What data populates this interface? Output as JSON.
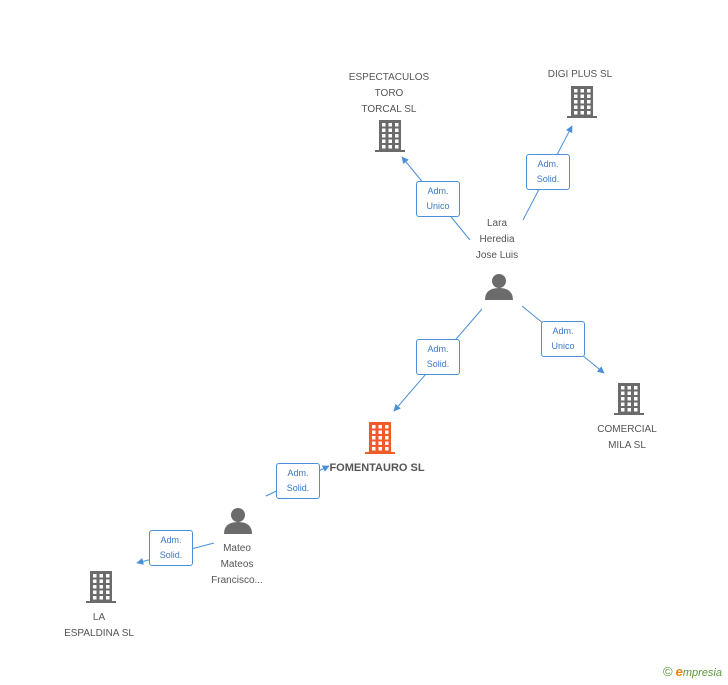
{
  "nodes": [
    {
      "id": "espectaculos",
      "type": "company",
      "label_lines": [
        "ESPECTACULOS",
        "TORO",
        "TORCAL SL"
      ],
      "highlight": false
    },
    {
      "id": "digiplus",
      "type": "company",
      "label_lines": [
        "DIGI PLUS SL"
      ],
      "highlight": false
    },
    {
      "id": "lara",
      "type": "person",
      "label_lines": [
        "Lara",
        "Heredia",
        "Jose Luis"
      ],
      "highlight": false
    },
    {
      "id": "comercial",
      "type": "company",
      "label_lines": [
        "COMERCIAL",
        "MILA SL"
      ],
      "highlight": false
    },
    {
      "id": "fomentauro",
      "type": "company",
      "label_lines": [
        "FOMENTAURO SL"
      ],
      "highlight": true
    },
    {
      "id": "mateo",
      "type": "person",
      "label_lines": [
        "Mateo",
        "Mateos",
        "Francisco..."
      ],
      "highlight": false
    },
    {
      "id": "espaldina",
      "type": "company",
      "label_lines": [
        "LA",
        "ESPALDINA SL"
      ],
      "highlight": false
    }
  ],
  "edges": [
    {
      "from": "lara",
      "to": "espectaculos",
      "label_lines": [
        "Adm.",
        "Unico"
      ]
    },
    {
      "from": "lara",
      "to": "digiplus",
      "label_lines": [
        "Adm.",
        "Solid."
      ]
    },
    {
      "from": "lara",
      "to": "comercial",
      "label_lines": [
        "Adm.",
        "Unico"
      ]
    },
    {
      "from": "lara",
      "to": "fomentauro",
      "label_lines": [
        "Adm.",
        "Solid."
      ]
    },
    {
      "from": "mateo",
      "to": "fomentauro",
      "label_lines": [
        "Adm.",
        "Solid."
      ]
    },
    {
      "from": "mateo",
      "to": "espaldina",
      "label_lines": [
        "Adm.",
        "Solid."
      ]
    }
  ],
  "colors": {
    "edge": "#4a90d9",
    "company": "#6b6b6b",
    "highlight": "#f05a28",
    "person": "#6b6b6b"
  },
  "credit": {
    "copyright": "©",
    "brand_initial": "e",
    "brand_rest": "mpresia"
  }
}
